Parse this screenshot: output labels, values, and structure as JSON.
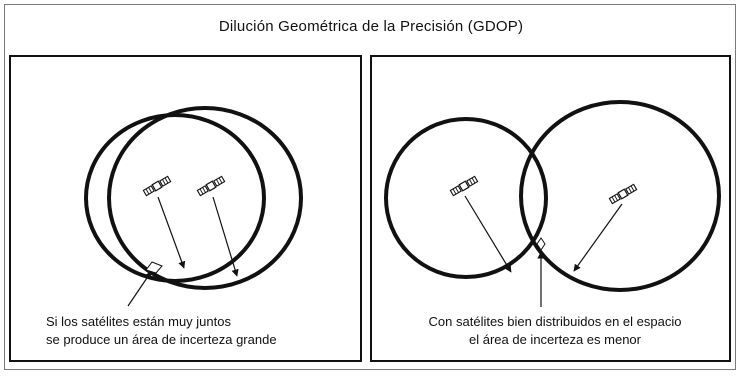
{
  "title": "Dilución Geométrica de la Precisión (GDOP)",
  "left_panel": {
    "caption_line1": "Si los satélites están muy juntos",
    "caption_line2": "se produce un área de incerteza grande"
  },
  "right_panel": {
    "caption_line1": "Con satélites bien distribuidos en el espacio",
    "caption_line2": "el área de incerteza es menor"
  },
  "colors": {
    "stroke": "#111111",
    "frame": "#7a7a7a",
    "background": "#ffffff"
  }
}
